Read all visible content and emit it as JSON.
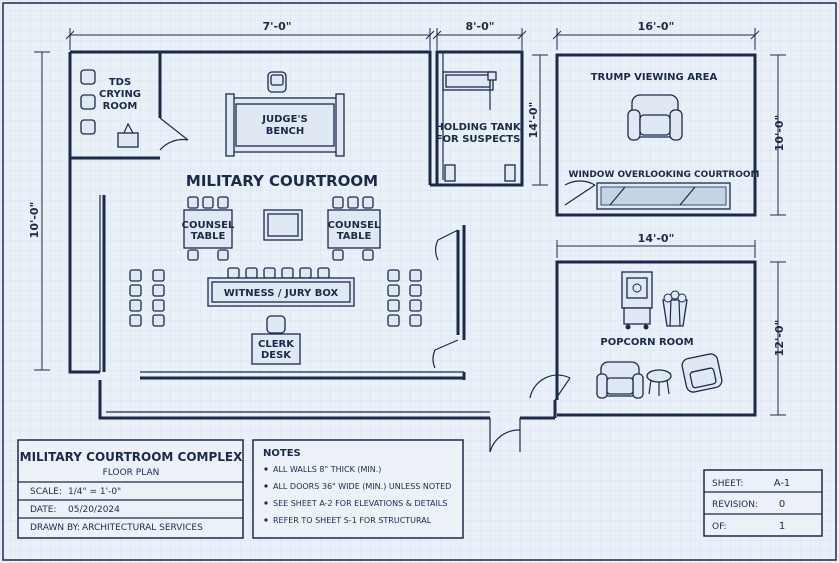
{
  "rooms": {
    "tds": "TDS CRYING ROOM",
    "judges_bench": "JUDGE'S BENCH",
    "holding": "HOLDING TANK FOR SUSPECTS",
    "trump": "TRUMP VIEWING AREA",
    "window": "WINDOW OVERLOOKING COURTROOM",
    "courtroom": "MILITARY COURTROOM",
    "counsel_left": "COUNSEL TABLE",
    "counsel_right": "COUNSEL TABLE",
    "witness": "WITNESS / JURY BOX",
    "clerk": "CLERK DESK",
    "popcorn": "POPCORN ROOM"
  },
  "dimensions": {
    "top_main": "7'-0\"",
    "top_holding": "8'-0\"",
    "top_trump": "16'-0\"",
    "holding_side": "14'-0\"",
    "trump_side": "10'-0\"",
    "left_side": "10'-0\"",
    "popcorn_top": "14'-0\"",
    "popcorn_side": "12'-0\""
  },
  "title_block": {
    "title": "MILITARY COURTROOM COMPLEX",
    "subtitle": "FLOOR PLAN",
    "scale_label": "SCALE:",
    "scale_value": "1/4\" = 1'-0\"",
    "date_label": "DATE:",
    "date_value": "05/20/2024",
    "drawn_label": "DRAWN BY:",
    "drawn_value": "ARCHITECTURAL SERVICES"
  },
  "notes": {
    "heading": "NOTES",
    "items": [
      "ALL WALLS 8\" THICK (MIN.)",
      "ALL DOORS 36\" WIDE (MIN.) UNLESS NOTED",
      "SEE SHEET A-2 FOR ELEVATIONS & DETAILS",
      "REFER TO SHEET S-1 FOR STRUCTURAL"
    ]
  },
  "sheet_info": {
    "sheet_label": "SHEET:",
    "sheet_value": "A-1",
    "revision_label": "REVISION:",
    "revision_value": "0",
    "of_label": "OF:",
    "of_value": "1"
  },
  "colors": {
    "background": "#e9f0f8",
    "grid": "#cddbeb",
    "ink": "#1c2a4a"
  }
}
